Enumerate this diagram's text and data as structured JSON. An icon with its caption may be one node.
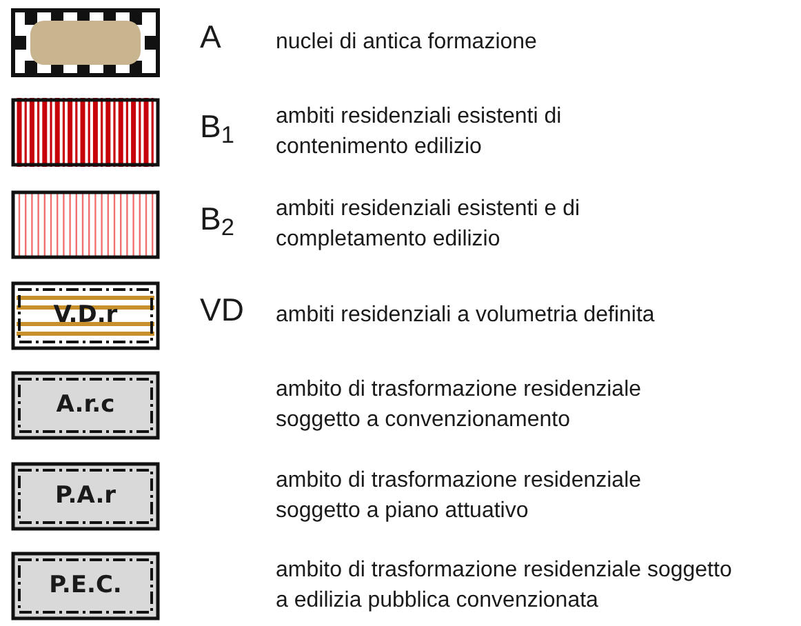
{
  "diagram": {
    "labels": [
      "A",
      "B$_{1}$",
      "B$_{2}$",
      "V.D.r",
      "VD",
      "A.r.c",
      "P.A.r",
      "P.E.C."
    ],
    "legend": [
      {
        "text": "nuclei di antica formazione"
      },
      {
        "text": "ambiti residenziali esistenti di contenimento edilizio"
      },
      {
        "text": "ambiti residenziali esistenti e di completamento edilizio"
      },
      {
        "text": "ambiti residenziali a volumetria definita"
      },
      {
        "text": "ambito di trasformazione residenziale soggetto a convenzionamento"
      },
      {
        "text": "ambito di trasformazione residenziale soggetto a piano attuativo"
      },
      {
        "text": "ambito di trasformazione residenziale soggetto a edilizia pubblica convenzionata"
      }
    ]
  }
}
